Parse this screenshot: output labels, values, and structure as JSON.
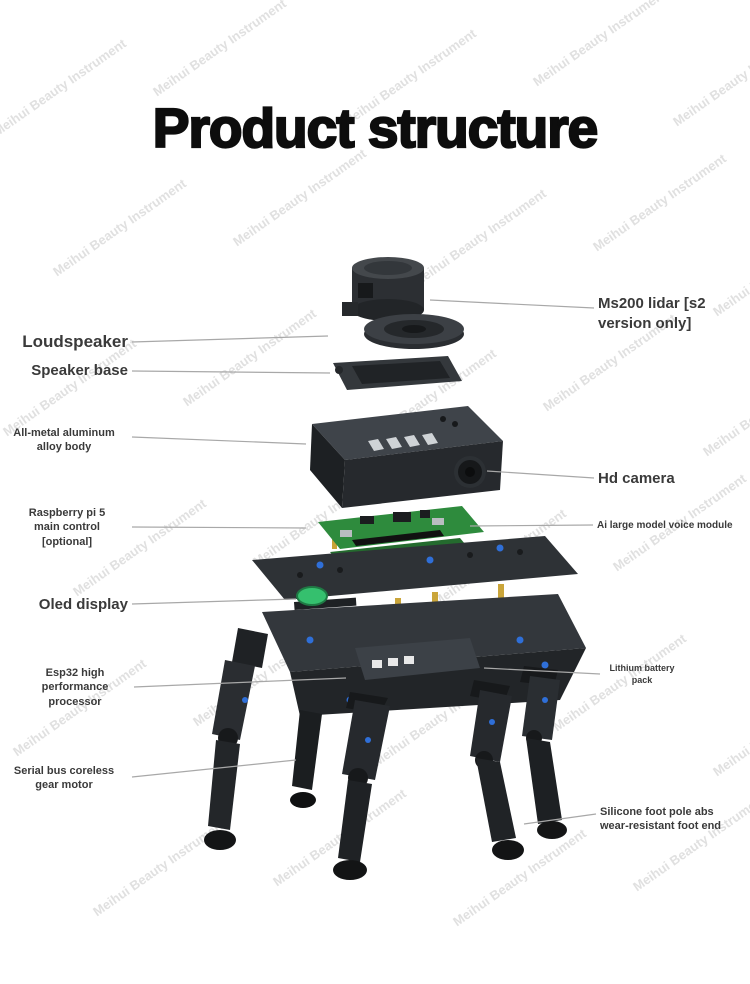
{
  "title": "Product structure",
  "watermark": {
    "text": "Meihui Beauty Instrument"
  },
  "labels": {
    "loudspeaker": "Loudspeaker",
    "speaker_base": "Speaker base",
    "alloy_body": "All-metal aluminum\nalloy body",
    "raspberry_pi": "Raspberry pi 5\nmain control\n[optional]",
    "oled_display": "Oled display",
    "esp32": "Esp32 high\nperformance\nprocessor",
    "gear_motor": "Serial bus coreless\ngear motor",
    "lidar": "Ms200 lidar [s2\nversion only]",
    "hd_camera": "Hd camera",
    "voice_module": "Ai large model voice module",
    "battery": "Lithium battery\npack",
    "foot": "Silicone foot pole abs\nwear-resistant foot end"
  },
  "colors": {
    "accent_screw_blue": "#2f6fd8",
    "pcb_green": "#2e8b3d",
    "oled_green": "#35c06e",
    "body_dark": "#26292d",
    "label_text": "#3a3a3a",
    "watermark_gray": "#c8c8c8",
    "leader_line": "#a8a8a8"
  }
}
